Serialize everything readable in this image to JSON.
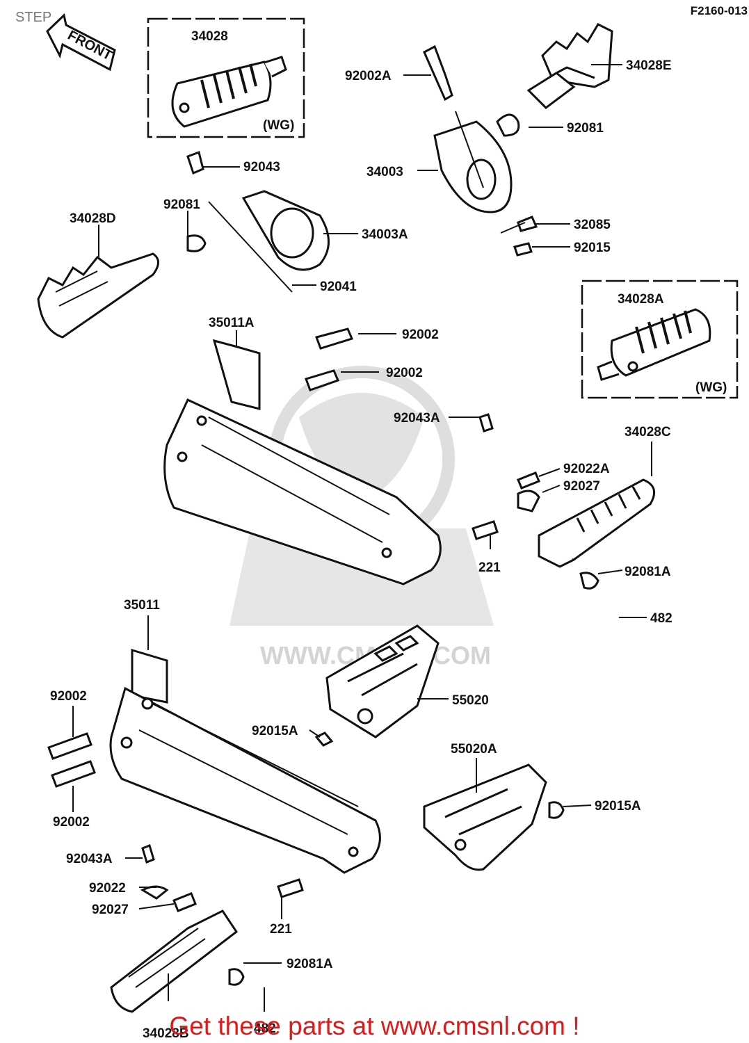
{
  "header": {
    "title": "STEP",
    "ref_code": "F2160-013"
  },
  "front_arrow": {
    "label": "FRONT"
  },
  "boxes": {
    "top": {
      "part": "34028",
      "note": "(WG)"
    },
    "right": {
      "part": "34028A",
      "note": "(WG)"
    }
  },
  "parts": {
    "p34028E": "34028E",
    "p92002A": "92002A",
    "p92081_top": "92081",
    "p34003": "34003",
    "p32085": "32085",
    "p92015": "92015",
    "p92043": "92043",
    "p92081_left": "92081",
    "p34028D": "34028D",
    "p34003A": "34003A",
    "p92041": "92041",
    "p35011A": "35011A",
    "p92002_a": "92002",
    "p92002_b": "92002",
    "p92043A_right": "92043A",
    "p34028C": "34028C",
    "p92022A": "92022A",
    "p92027_right": "92027",
    "p221_right": "221",
    "p92081A_right": "92081A",
    "p482_right": "482",
    "p35011": "35011",
    "p92002_c": "92002",
    "p92002_d": "92002",
    "p55020": "55020",
    "p92015A_left": "92015A",
    "p55020A": "55020A",
    "p92015A_right": "92015A",
    "p92043A_left": "92043A",
    "p92022": "92022",
    "p92027_left": "92027",
    "p221_left": "221",
    "p92081A_left": "92081A",
    "p34028B": "34028B",
    "p482_left": "482"
  },
  "watermark": {
    "text": "WWW.CMSNL.COM"
  },
  "footer": {
    "text": "Get these parts at www.cmsnl.com !"
  },
  "colors": {
    "ink": "#111111",
    "watermark": "#d8d8d8",
    "footer": "#e01818"
  }
}
